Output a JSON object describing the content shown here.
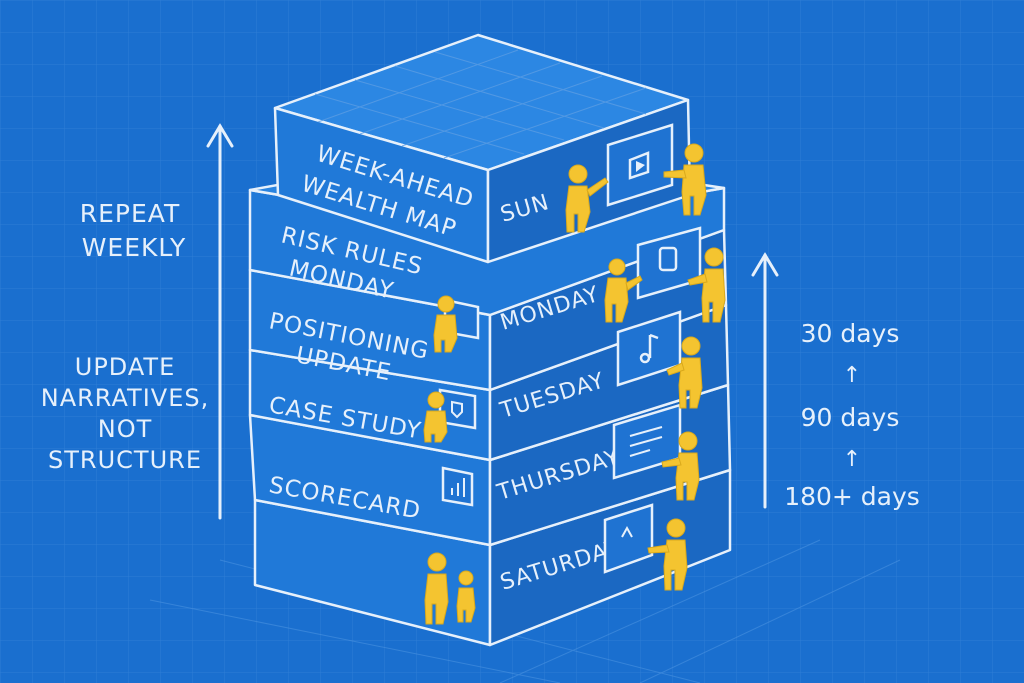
{
  "left_notes": {
    "repeat": [
      "REPEAT",
      "WEEKLY"
    ],
    "update": [
      "UPDATE",
      "NARRATIVES,",
      "NOT",
      "STRUCTURE"
    ]
  },
  "timeline": [
    "30 days",
    "90 days",
    "180+ days"
  ],
  "layers": [
    {
      "front": [
        "WEEK-AHEAD",
        "WEALTH MAP"
      ],
      "side": "SUN",
      "icon": "play-icon"
    },
    {
      "front": [
        "RISK RULES",
        "MONDAY"
      ],
      "side": "MONDAY",
      "icon": "document-icon"
    },
    {
      "front": [
        "POSITIONING",
        "UPDATE"
      ],
      "side": "TUESDAY",
      "icon": "music-note-icon"
    },
    {
      "front": [
        "CASE STUDY"
      ],
      "side": "THURSDAY",
      "icon": "slides-icon"
    },
    {
      "front": [
        "SCORECARD"
      ],
      "side": "SATURDAY",
      "icon": "chart-icon"
    }
  ],
  "colors": {
    "background": "#1a6fcf",
    "block_front": "#2079d8",
    "block_top": "#2c87e3",
    "block_side": "#1b68c2",
    "chalk": "#e6f0fb",
    "figures": "#f4c430"
  }
}
